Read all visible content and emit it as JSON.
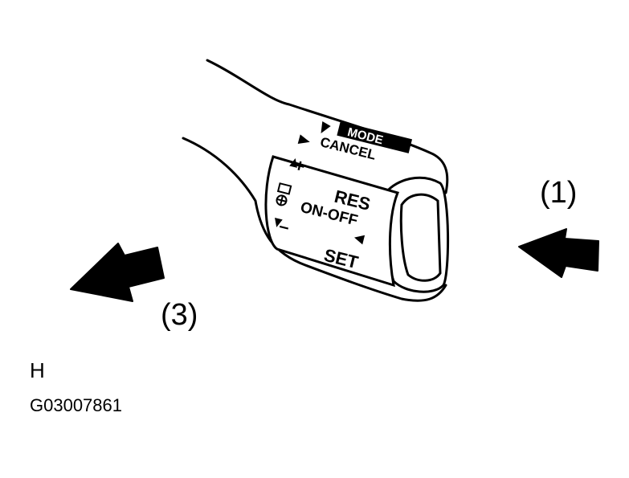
{
  "lever": {
    "mode_label": "MODE",
    "cancel_label": "CANCEL",
    "plus_label": "+",
    "minus_label": "–",
    "res_label": "RES",
    "on_off_label": "ON-OFF",
    "set_label": "SET"
  },
  "callouts": {
    "one": "(1)",
    "three": "(3)"
  },
  "footer": {
    "letter": "H",
    "figure_code": "G03007861"
  },
  "colors": {
    "ink": "#000000",
    "paper": "#ffffff"
  },
  "icons": {
    "push_arrow": "arrow-left-icon",
    "pull_arrow": "arrow-left-icon"
  }
}
